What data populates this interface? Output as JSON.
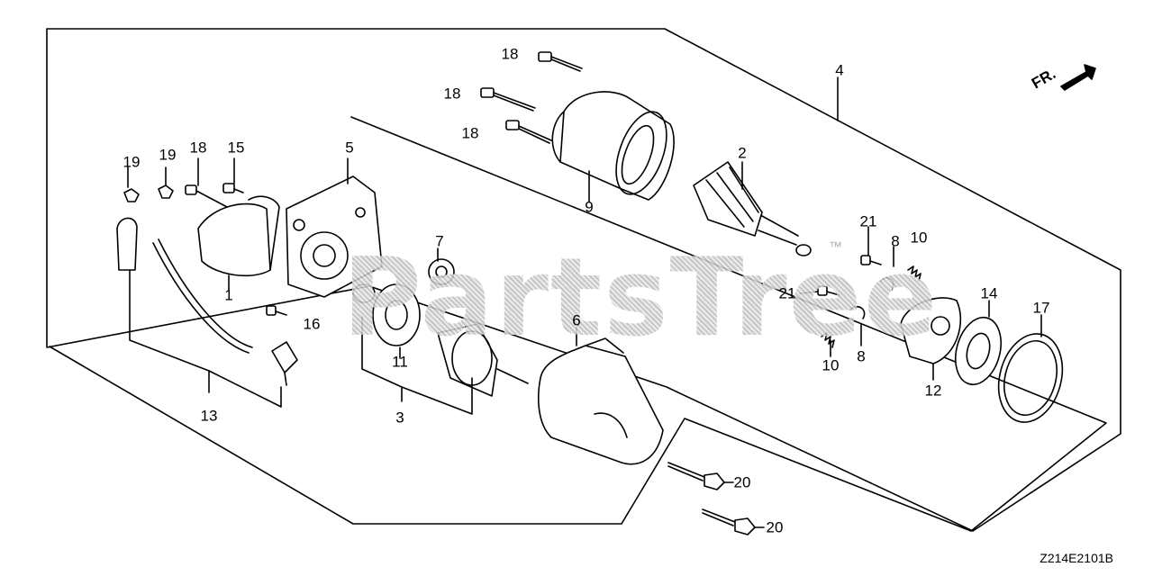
{
  "diagram": {
    "diagram_code": "Z214E2101B",
    "front_marker": "FR.",
    "watermark": "PartsTree",
    "watermark_mark": "™",
    "callouts": [
      "18",
      "18",
      "18",
      "4",
      "2",
      "9",
      "19",
      "19",
      "18",
      "15",
      "5",
      "21",
      "8",
      "10",
      "7",
      "21",
      "14",
      "17",
      "1",
      "16",
      "6",
      "11",
      "3",
      "10",
      "8",
      "12",
      "13",
      "20",
      "20"
    ]
  }
}
